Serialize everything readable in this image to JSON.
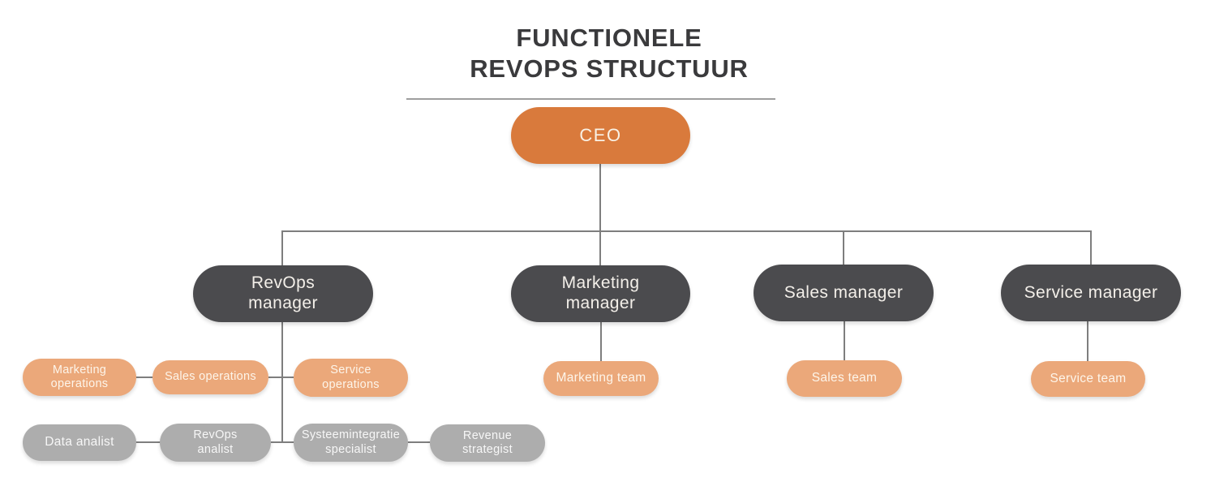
{
  "title": {
    "text": "FUNCTIONELE\nREVOPS STRUCTUUR"
  },
  "colors": {
    "ceo_orange": "#d97a3c",
    "light_orange": "#eba87a",
    "manager_dark_gray": "#4b4b4e",
    "specialist_gray": "#adadad",
    "connector_line": "#7e7e7e",
    "title_text": "#3a3a3c"
  },
  "org": {
    "ceo": {
      "label": "CEO"
    },
    "managers": [
      {
        "label": "RevOps\nmanager"
      },
      {
        "label": "Marketing\nmanager"
      },
      {
        "label": "Sales manager"
      },
      {
        "label": "Service manager"
      }
    ],
    "revops_operations": [
      {
        "label": "Marketing\noperations"
      },
      {
        "label": "Sales operations"
      },
      {
        "label": "Service\noperations"
      }
    ],
    "revops_specialists": [
      {
        "label": "Data analist"
      },
      {
        "label": "RevOps\nanalist"
      },
      {
        "label": "Systeemintegratie\nspecialist"
      },
      {
        "label": "Revenue\nstrategist"
      }
    ],
    "teams": [
      {
        "label": "Marketing team"
      },
      {
        "label": "Sales team"
      },
      {
        "label": "Service team"
      }
    ]
  }
}
